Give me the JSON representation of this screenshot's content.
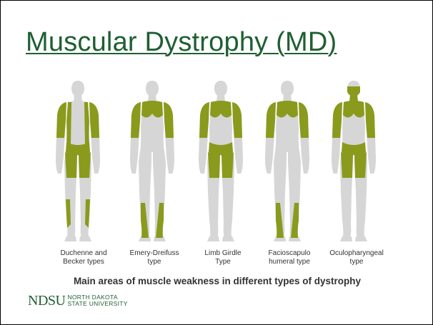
{
  "slide": {
    "title": "Muscular Dystrophy (MD)",
    "caption": "Main areas of muscle weakness in different types of dystrophy"
  },
  "figures": [
    {
      "label_line1": "Duchenne and",
      "label_line2": "Becker types",
      "areas": [
        "upper-arms",
        "torso-sides",
        "hips",
        "thighs",
        "calves"
      ]
    },
    {
      "label_line1": "Emery-Dreifuss",
      "label_line2": "type",
      "areas": [
        "shoulders",
        "upper-arms",
        "lower-legs"
      ]
    },
    {
      "label_line1": "Limb Girdle",
      "label_line2": "Type",
      "areas": [
        "shoulders",
        "upper-arms",
        "hips",
        "thighs"
      ]
    },
    {
      "label_line1": "Facioscapulo",
      "label_line2": "humeral type",
      "areas": [
        "shoulders",
        "upper-arms",
        "lower-legs"
      ]
    },
    {
      "label_line1": "Oculopharyngeal",
      "label_line2": "type",
      "areas": [
        "face",
        "neck",
        "shoulders",
        "upper-arms",
        "hips",
        "thighs"
      ]
    }
  ],
  "colors": {
    "title": "#1f5f33",
    "affected": "#8a9a1c",
    "body": "#d6d6d6",
    "label": "#333333"
  },
  "logo": {
    "mark": "NDSU",
    "line1": "NORTH DAKOTA",
    "line2": "STATE UNIVERSITY"
  }
}
